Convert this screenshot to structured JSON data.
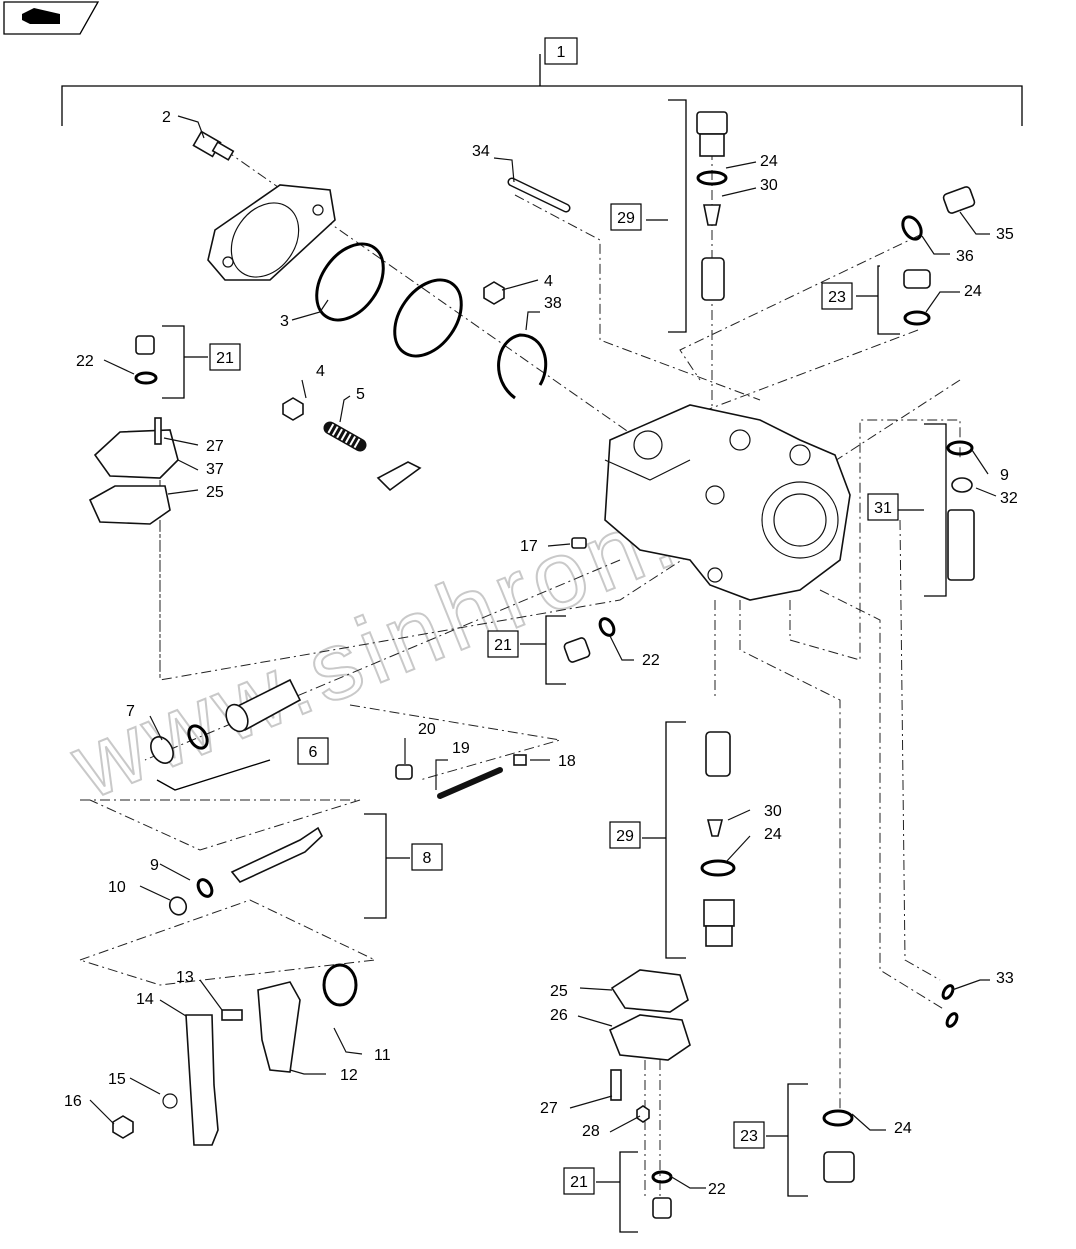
{
  "nav": {
    "icon": "book-navigation-icon"
  },
  "watermark": "www.sinhron.kz",
  "callouts": {
    "main": "1",
    "n2": "2",
    "n3": "3",
    "n4a": "4",
    "n34": "34",
    "n24a": "24",
    "n30a": "30",
    "n29a": "29",
    "n35": "35",
    "n36": "36",
    "n23a": "23",
    "n24b": "24",
    "n38": "38",
    "n4b": "4",
    "n5": "5",
    "n22a": "22",
    "n21a": "21",
    "n27a": "27",
    "n37": "37",
    "n25a": "25",
    "n9a": "9",
    "n32": "32",
    "n31": "31",
    "n17": "17",
    "n21b": "21",
    "n22b": "22",
    "n7": "7",
    "n6": "6",
    "n20": "20",
    "n19": "19",
    "n18": "18",
    "n30b": "30",
    "n24c": "24",
    "n29b": "29",
    "n8": "8",
    "n9b": "9",
    "n10": "10",
    "n13": "13",
    "n14": "14",
    "n11": "11",
    "n12": "12",
    "n15": "15",
    "n16": "16",
    "n25b": "25",
    "n26": "26",
    "n33": "33",
    "n27b": "27",
    "n28": "28",
    "n23b": "23",
    "n24d": "24",
    "n21c": "21",
    "n22c": "22"
  }
}
